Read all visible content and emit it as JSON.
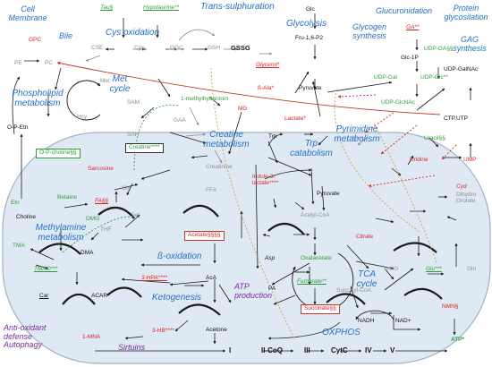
{
  "colors": {
    "pathway_title": "#1f6fd1",
    "category_title": "#7b2a9c",
    "increased": "#d8271f",
    "decreased": "#2f9e3a",
    "unchanged": "#8a8f96",
    "mitochondrion_fill": "#dfe9f4",
    "mitochondrion_edge": "#9fb3c8",
    "cristae": "#1a1a1a"
  },
  "titles": {
    "cell_membrane": "Cell\nMembrane",
    "bile": "Bile",
    "cys_oxidation": "Cys oxidation",
    "trans_sulphuration": "Trans-sulphuration",
    "glycolysis": "Glycolysis",
    "glucuronidation": "Glucuronidation",
    "protein_glycosilation": "Protein\nglycosilation",
    "glycogen_synthesis": "Glycogen\nsynthesis",
    "gag_synthesis": "GAG\nsynthesis",
    "phospholipid_metabolism": "Phospholipid\nmetabolism",
    "met_cycle": "Met\ncycle",
    "creatine_metabolism": "Creatine\nmetabolism",
    "pyrimidine_metabolism": "Pyrimidine\nmetabolism",
    "trp_catabolism": "Trp\ncatabolism",
    "methylamine_metabolism": "Methylamine\nmetabolism",
    "beta_oxidation": "ß-oxidation",
    "ketogenesis": "Ketogenesis",
    "atp_production": "ATP\nproduction",
    "tca_cycle": "TCA\ncycle",
    "oxphos": "OXPHOS",
    "antioxidant": "Anti-oxidant\ndefense\nAutophagy",
    "sirtuins": "Sirtuins"
  },
  "metabolites": {
    "tau": "Tau§",
    "hypotaurine": "Hypotaurine**",
    "glc": "Glc",
    "gpc": "GPC",
    "cse": "CSE",
    "cys": "Cys",
    "ggc": "GGC",
    "gsh": "GSH",
    "gssg": "GSSG",
    "fru16p2": "Fru-1,6-P2",
    "ga": "GA**",
    "glc1p": "Glc-1P",
    "udp_ga": "UDP-GA§§",
    "udp_galnac": "UDP-GalNAc",
    "pe": "PE",
    "pc": "PC",
    "glycerol": "Glycerol*",
    "b_ala": "ß-Ala*",
    "pyruvate_top": "Pyruvate",
    "udp_gal": "UDP-Gal",
    "udp_glc": "UDP-Glc**",
    "met": "Met",
    "sam": "SAM",
    "hcy": "Hcy",
    "sah": "SAH",
    "gaa": "GAA",
    "methylhydantoin": "1-methylhydantoin",
    "mg": "MG",
    "lactate": "Lactate*",
    "udp_glcnac": "UDP-GlcNAc",
    "ctp_utp": "CTP,UTP",
    "o_p_etn": "O-P-Etn",
    "creatine": "Creatine****",
    "o_p_choline": "O-P-choline§§",
    "trp": "Trp",
    "uracil": "Uracil§§",
    "etn": "Etn",
    "sarcosine": "Sarcosine",
    "creatinine": "Creatinine",
    "kyn": "Kyn",
    "uridine": "Uridine",
    "ump": "UMP",
    "indole_lactate": "Indole-3-\nlactate****",
    "cyd": "Cyd",
    "gly": "Gly",
    "betaine": "Betaine",
    "ffa": "FFA",
    "pyruvate_mito": "Pyruvate",
    "choline": "Choline",
    "fa": "FA§§",
    "dmg": "DMG",
    "ser": "Ser",
    "acetyl_coa": "Acetyl-CoA",
    "dihydroorotate": "Dihydro\nOrotate",
    "thf": "THF",
    "acetate": "Acetate§§§§",
    "citrate": "Citrate",
    "tma": "TMA",
    "dma": "DMA",
    "asp": "Asp",
    "oxalacetate": "Oxalacetate",
    "a_kg": "α-KG",
    "glu": "Glu***",
    "gln": "Gln",
    "tmao": "TMAO***",
    "car": "Car",
    "acar": "ACAR",
    "hpa3": "3-HPA****",
    "aca": "AcA",
    "pa": "PA",
    "fumarate": "Fumarate**",
    "succinyl_coa": "Succinyl-CoA",
    "hb3": "3-HB****",
    "acetone": "Acetone",
    "succinate": "Succinate§§",
    "nmn": "NMN§",
    "nadh": "NADH",
    "nad": "NAD+",
    "mna1": "1-MNA",
    "atp": "ATP*",
    "etc_1": "I",
    "etc_2": "II-CoQ",
    "etc_3": "III",
    "etc_4": "CytC",
    "etc_5": "IV",
    "etc_6": "V"
  }
}
